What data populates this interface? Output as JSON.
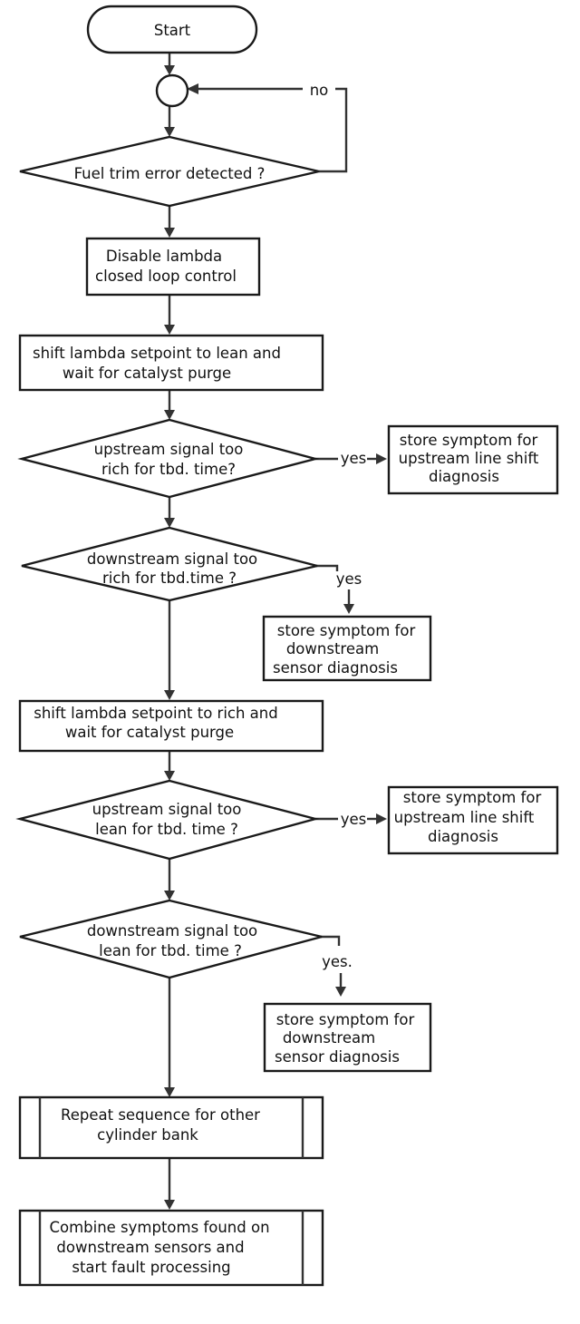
{
  "start_label": "Start",
  "decisions": {
    "fuel_trim": {
      "line1": "Fuel trim error detected ?",
      "no_label": "no"
    },
    "up_rich": {
      "line1": "upstream signal too",
      "line2": "rich for tbd. time?",
      "yes_label": "yes"
    },
    "down_rich": {
      "line1": "downstream signal too",
      "line2": "rich for tbd.time ?",
      "yes_label": "yes"
    },
    "up_lean": {
      "line1": "upstream signal too",
      "line2": "lean for tbd. time ?",
      "yes_label": "yes"
    },
    "down_lean": {
      "line1": "downstream signal too",
      "line2": "lean for tbd. time ?",
      "yes_label": "yes."
    }
  },
  "processes": {
    "disable": {
      "line1": "Disable lambda",
      "line2": "closed loop control"
    },
    "shift_lean": {
      "line1": "shift lambda setpoint to lean and",
      "line2": "wait for catalyst purge"
    },
    "shift_rich": {
      "line1": "shift lambda setpoint to rich and",
      "line2": "wait for catalyst purge"
    },
    "store_up_1": {
      "line1": "store symptom for",
      "line2": "upstream line shift",
      "line3": "diagnosis"
    },
    "store_down_1": {
      "line1": "store symptom for",
      "line2": "downstream",
      "line3": "sensor diagnosis"
    },
    "store_up_2": {
      "line1": "store symptom for",
      "line2": "upstream line shift",
      "line3": "diagnosis"
    },
    "store_down_2": {
      "line1": "store symptom for",
      "line2": "downstream",
      "line3": "sensor diagnosis"
    }
  },
  "subprocesses": {
    "repeat": {
      "line1": "Repeat sequence for other",
      "line2": "cylinder bank"
    },
    "combine": {
      "line1": "Combine symptoms found on",
      "line2": "downstream sensors and",
      "line3": "start fault processing"
    }
  }
}
